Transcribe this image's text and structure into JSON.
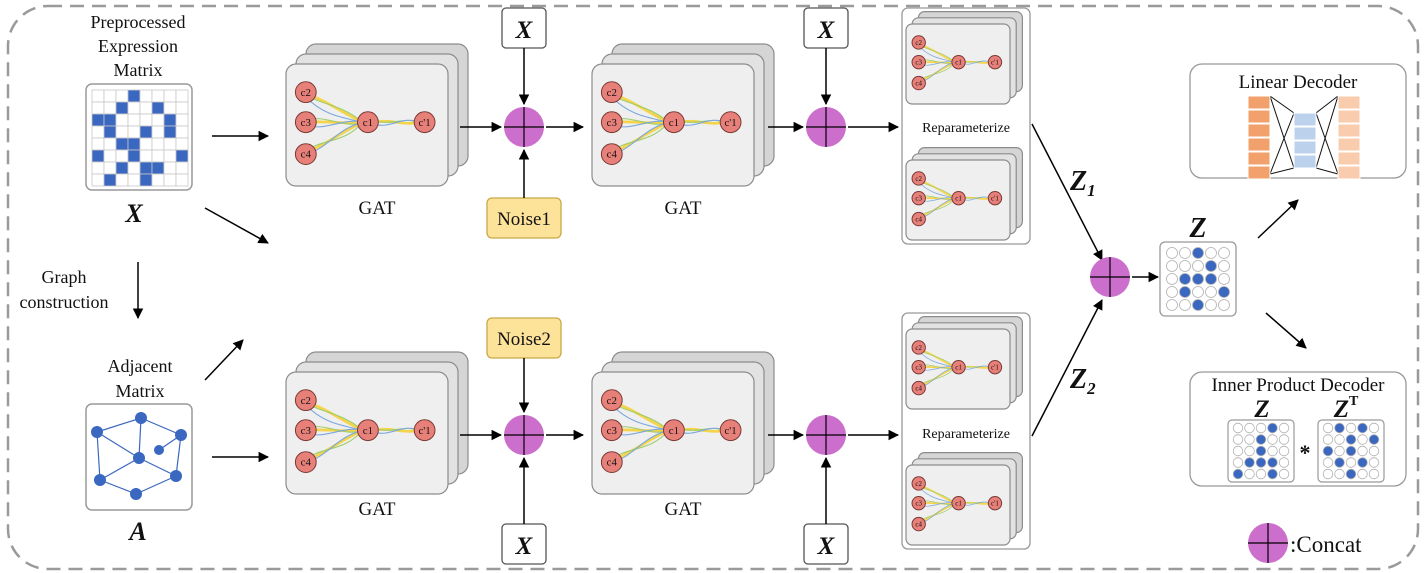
{
  "input": {
    "matrix_title_lines": [
      "Preprocessed",
      "Expression",
      "Matrix"
    ],
    "x_symbol": "X",
    "graph_construction_lines": [
      "Graph",
      "construction"
    ],
    "adj_title_lines": [
      "Adjacent",
      "Matrix"
    ],
    "a_symbol": "A"
  },
  "gat": {
    "label": "GAT",
    "nodes": [
      "c2",
      "c3",
      "c4",
      "c1",
      "c'1"
    ]
  },
  "encoder": {
    "feature_symbol": "X",
    "noise_top": "Noise1",
    "noise_bottom": "Noise2",
    "reparameterize_label": "Reparameterize"
  },
  "latent": {
    "z1_base": "Z",
    "z1_sub": "1",
    "z2_base": "Z",
    "z2_sub": "2",
    "z_symbol": "Z"
  },
  "decoders": {
    "linear_title": "Linear Decoder",
    "inner_title": "Inner Product Decoder",
    "inner_z": "Z",
    "inner_zt_base": "Z",
    "inner_zt_sup": "T",
    "multiply": "*"
  },
  "legend": {
    "concat_label": ":Concat"
  },
  "colors": {
    "concat_fill": "#cc6fcc",
    "node_fill": "#e8807a",
    "noise_fill": "#fde29a",
    "matrix_blue": "#3a67c0",
    "decoder_orange_dark": "#f2a16d",
    "decoder_orange_light": "#f9ccad",
    "decoder_blue_light": "#bcd1ec"
  }
}
